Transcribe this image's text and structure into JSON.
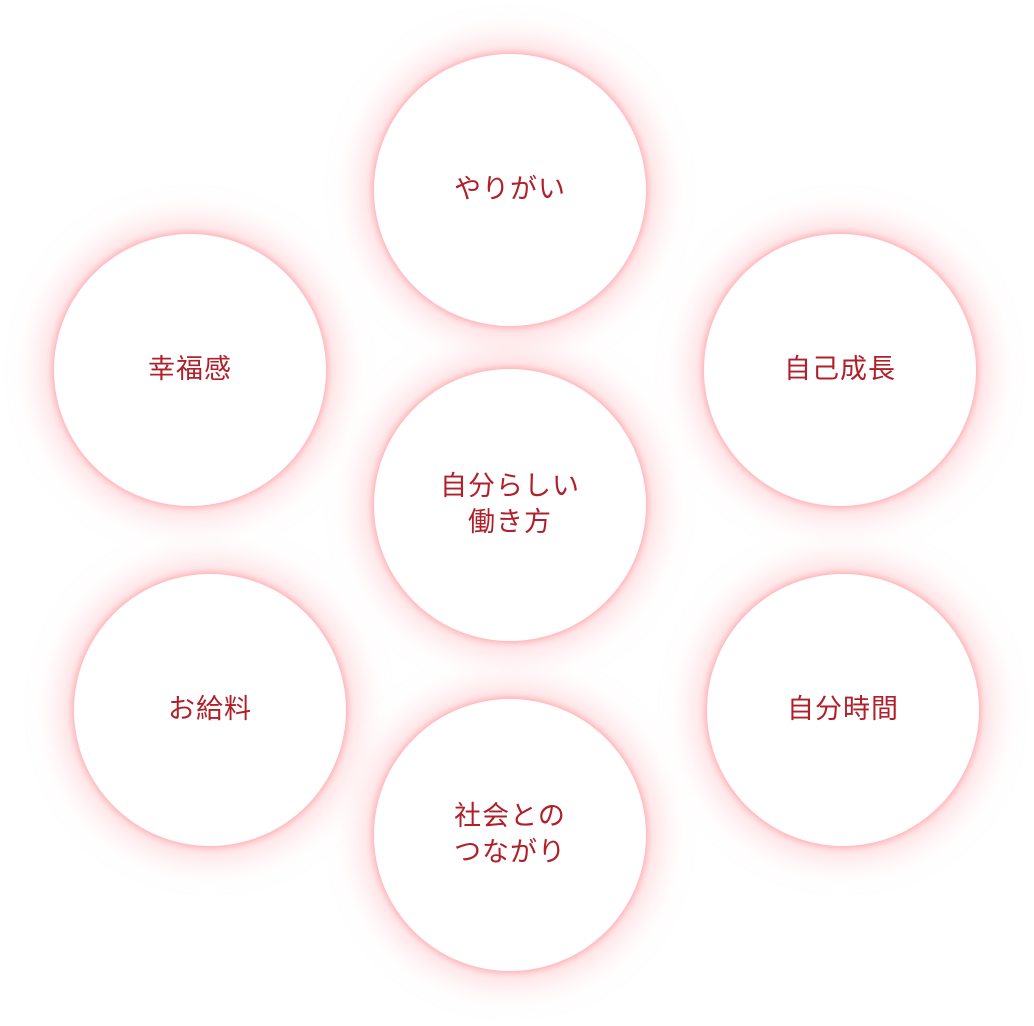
{
  "colors": {
    "text": "#b0202a",
    "glow": "#ffb0b5"
  },
  "circles": [
    {
      "id": "yarigai",
      "label": "やりがい"
    },
    {
      "id": "koufukukan",
      "label": "幸福感"
    },
    {
      "id": "jikoseichou",
      "label": "自己成長"
    },
    {
      "id": "jibunrashii",
      "label": "自分らしい\n働き方"
    },
    {
      "id": "okyuryo",
      "label": "お給料"
    },
    {
      "id": "jibunjikan",
      "label": "自分時間"
    },
    {
      "id": "shakai",
      "label": "社会との\nつながり"
    }
  ]
}
